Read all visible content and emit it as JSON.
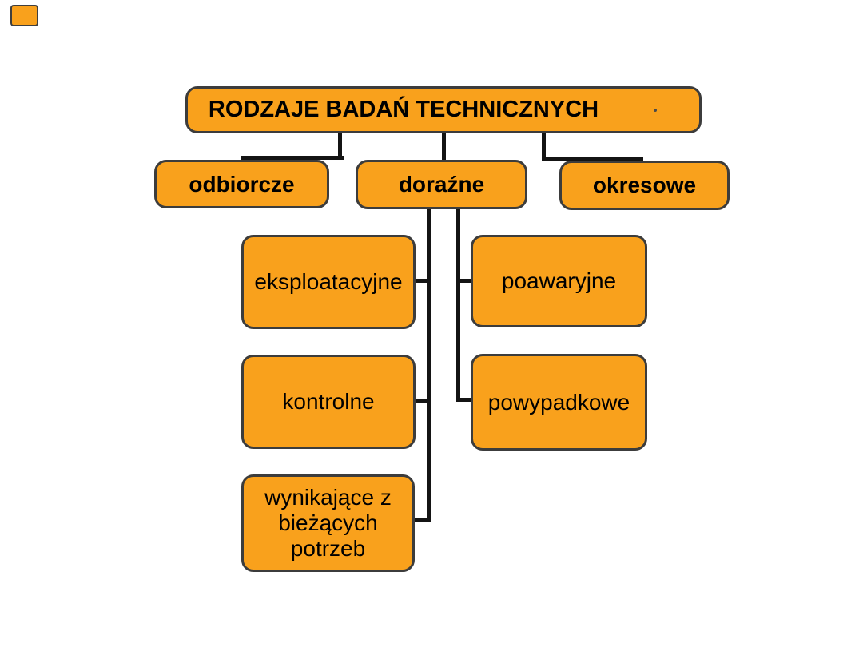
{
  "diagram": {
    "title": "RODZAJE BADAŃ TECHNICZNYCH",
    "level2": {
      "odbiorcze": "odbiorcze",
      "dorazne": "doraźne",
      "okresowe": "okresowe"
    },
    "dorazne_subtypes": {
      "eksploatacyjne": "eksploatacyjne",
      "kontrolne": "kontrolne",
      "wynikajace": "wynikające z bieżących potrzeb",
      "poawaryjne": "poawaryjne",
      "powypadkowe": "powypadkowe"
    }
  },
  "colors": {
    "box_fill": "#F9A11C",
    "box_border": "#3C3C3C",
    "connector": "#141414",
    "text": "#000000",
    "background": "#FFFFFF"
  }
}
